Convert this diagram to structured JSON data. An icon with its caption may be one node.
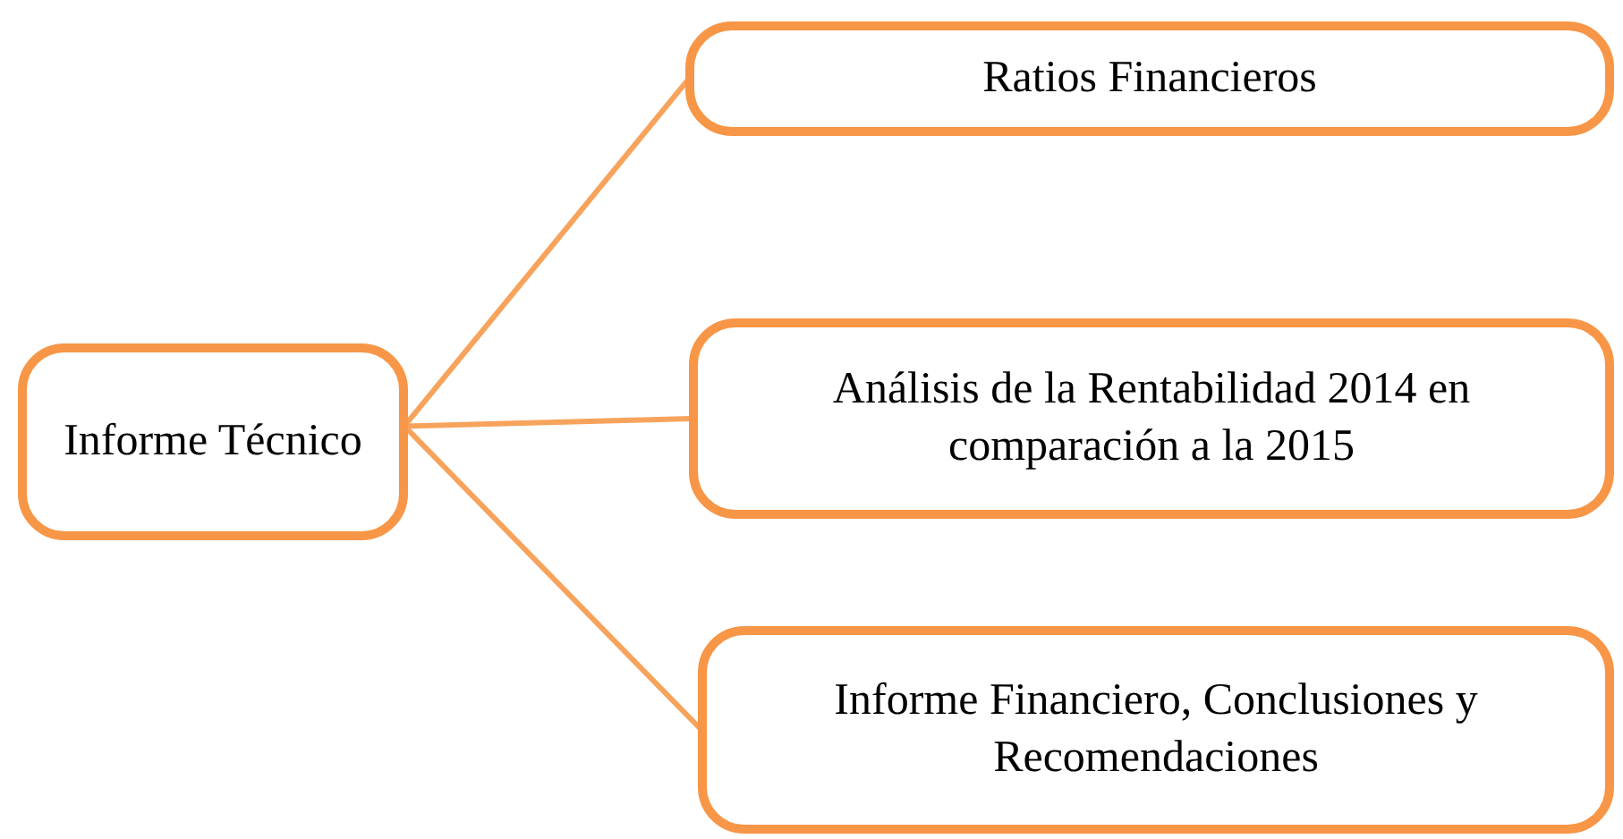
{
  "diagram": {
    "nodes": [
      {
        "text": [
          "Informe Técnico"
        ]
      },
      {
        "text": [
          "Ratios Financieros"
        ]
      },
      {
        "text": [
          "Análisis de la Rentabilidad  2014 en comparación a la 2015"
        ]
      },
      {
        "text": [
          "Informe  Financiero,  Conclusiones y Recomendaciones"
        ]
      }
    ],
    "edges": [
      {
        "from": 0,
        "to": 1,
        "arrow": "none"
      },
      {
        "from": 0,
        "to": 2,
        "arrow": "none"
      },
      {
        "from": 0,
        "to": 3,
        "arrow": "none"
      }
    ]
  }
}
